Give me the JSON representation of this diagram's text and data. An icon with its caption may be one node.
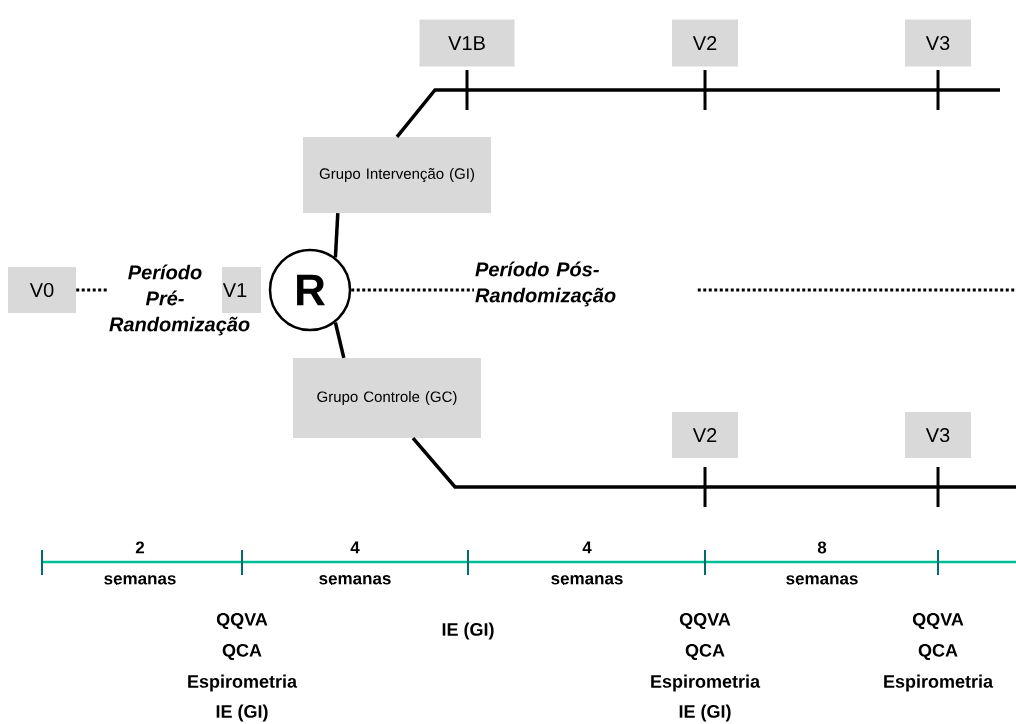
{
  "diagram": {
    "nodes": [
      {
        "text": [
          "V0"
        ]
      },
      {
        "text": [
          "V1"
        ]
      },
      {
        "text": [
          "R"
        ]
      },
      {
        "text": [
          "Grupo Intervenção (GI)"
        ]
      },
      {
        "text": [
          "Grupo Controle (GC)"
        ]
      },
      {
        "text": [
          "V1B"
        ]
      },
      {
        "text": [
          "V2"
        ]
      },
      {
        "text": [
          "V3"
        ]
      },
      {
        "text": [
          "V2"
        ]
      },
      {
        "text": [
          "V3"
        ]
      }
    ],
    "edges": [
      {
        "from": 0,
        "to": 1,
        "arrow": "none",
        "style": "dashed",
        "label": "Período Pré-Randomização"
      },
      {
        "from": 2,
        "to": null,
        "arrow": "none",
        "style": "dashed",
        "label": "Período Pós-Randomização"
      },
      {
        "from": 2,
        "to": 3,
        "arrow": "none"
      },
      {
        "from": 3,
        "to": null,
        "arrow": "none"
      },
      {
        "from": 2,
        "to": 4,
        "arrow": "none"
      },
      {
        "from": 4,
        "to": null,
        "arrow": "none"
      }
    ],
    "labels": [
      "2 semanas",
      "4 semanas",
      "4 semanas",
      "8 semanas",
      "QQVA",
      "QCA",
      "Espirometria",
      "IE (GI)",
      "IE (GI)",
      "QQVA",
      "QCA",
      "Espirometria",
      "IE (GI)",
      "QQVA",
      "QCA",
      "Espirometria"
    ]
  }
}
